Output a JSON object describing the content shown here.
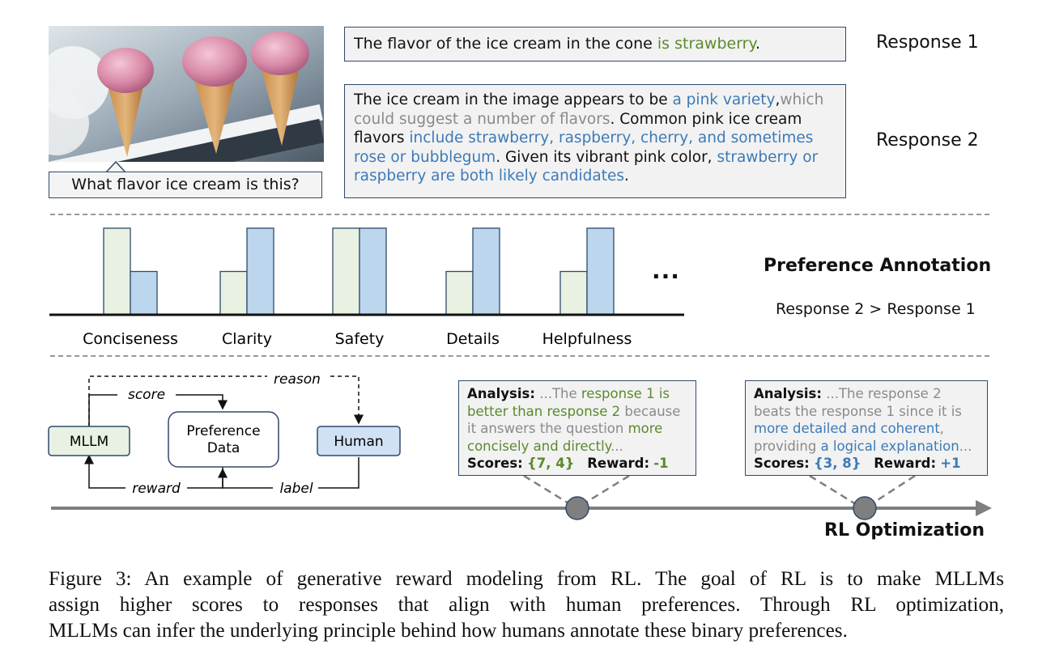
{
  "question": "What flavor ice cream is this?",
  "photo": {
    "description_icon": "ice-cream-cones-photo"
  },
  "responses": [
    {
      "label": "Response 1",
      "segments": [
        {
          "text": "The flavor of the ice cream in the cone ",
          "color": "black"
        },
        {
          "text": "is strawberry",
          "color": "green"
        },
        {
          "text": ".",
          "color": "black"
        }
      ]
    },
    {
      "label": "Response 2",
      "segments": [
        {
          "text": "The ice cream in the image appears to be ",
          "color": "black"
        },
        {
          "text": "a pink variety",
          "color": "blue"
        },
        {
          "text": ",",
          "color": "black"
        },
        {
          "text": "which could suggest a number of flavors",
          "color": "gray"
        },
        {
          "text": ". Common pink ice cream flavors ",
          "color": "black"
        },
        {
          "text": "include strawberry, raspberry, cherry, and sometimes rose or bubblegum",
          "color": "blue"
        },
        {
          "text": ". Given its vibrant pink color, ",
          "color": "black"
        },
        {
          "text": "strawberry or raspberry are both likely candidates",
          "color": "blue"
        },
        {
          "text": ".",
          "color": "black"
        }
      ]
    }
  ],
  "colors": {
    "green_text": "#5a8a2c",
    "blue_text": "#3d7ab8",
    "gray_text": "#8a8a8a",
    "bar_response1": "#e8f1e2",
    "bar_response2": "#bcd6ee",
    "mllm_box": "#e8f1e2",
    "human_box": "#cfe1f3",
    "box_border": "#2e4a6b",
    "rl_axis": "#7f7f7f"
  },
  "chart_data": {
    "type": "bar",
    "categories": [
      "Conciseness",
      "Clarity",
      "Safety",
      "Details",
      "Helpfulness"
    ],
    "series": [
      {
        "values": [
          2,
          1,
          2,
          1,
          1
        ]
      },
      {
        "values": [
          1,
          2,
          2,
          2,
          2
        ]
      }
    ],
    "ylim": [
      0,
      2
    ],
    "title": "",
    "xlabel": "",
    "ylabel": "",
    "trailing_marker": "...",
    "grid": false
  },
  "preference": {
    "title": "Preference Annotation",
    "result": "Response 2 > Response 1"
  },
  "flow": {
    "mllm": "MLLM",
    "preference_data_line1": "Preference",
    "preference_data_line2": "Data",
    "human": "Human",
    "score": "score",
    "reason": "reason",
    "reward": "reward",
    "label": "label"
  },
  "analyses": [
    {
      "heading": "Analysis:",
      "segments": [
        {
          "text": " ...The ",
          "color": "gray"
        },
        {
          "text": "response 1 is better than response 2",
          "color": "green"
        },
        {
          "text": " because it answers the question ",
          "color": "gray"
        },
        {
          "text": "more concisely and directly",
          "color": "green"
        },
        {
          "text": "...",
          "color": "gray"
        }
      ],
      "scores_label": "Scores:",
      "scores_value": "{7, 4}",
      "reward_label": "Reward:",
      "reward_value": "-1"
    },
    {
      "heading": "Analysis:",
      "segments": [
        {
          "text": " ...The response 2 beats the response 1 since it is ",
          "color": "gray"
        },
        {
          "text": "more detailed and coherent",
          "color": "blue"
        },
        {
          "text": ", providing ",
          "color": "gray"
        },
        {
          "text": "a logical explanation",
          "color": "blue"
        },
        {
          "text": "...",
          "color": "gray"
        }
      ],
      "scores_label": "Scores:",
      "scores_value": "{3, 8}",
      "reward_label": "Reward:",
      "reward_value": "+1"
    }
  ],
  "rl_label": "RL Optimization",
  "caption_lines": [
    "Figure 3: An example of generative reward modeling from RL. The goal of RL is to make MLLMs",
    "assign higher scores to responses that align with human preferences.  Through RL optimization,",
    "MLLMs can infer the underlying principle behind how humans annotate these binary preferences."
  ]
}
